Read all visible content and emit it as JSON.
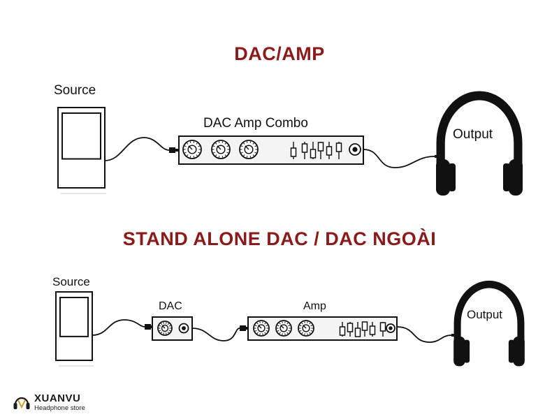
{
  "colors": {
    "heading": "#8b1a1a",
    "line": "#111111",
    "device_fill": "#f4f4f4",
    "light_line": "#cfcfcf"
  },
  "top_diagram": {
    "title": "DAC/AMP",
    "source_label": "Source",
    "combo_label": "DAC Amp Combo",
    "output_label": "Output"
  },
  "bottom_diagram": {
    "title": "STAND ALONE DAC / DAC NGOÀI",
    "source_label": "Source",
    "dac_label": "DAC",
    "amp_label": "Amp",
    "output_label": "Output"
  },
  "logo": {
    "name": "XUANVU",
    "tagline": "Headphone store"
  }
}
